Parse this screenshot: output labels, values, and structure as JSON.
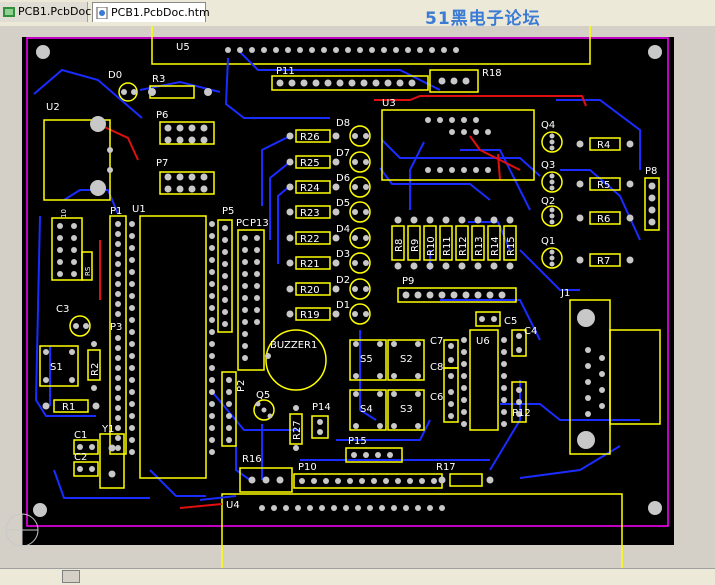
{
  "tabs": [
    {
      "label": "PCB1.PcbDoc",
      "active": false,
      "icon": "pcb-doc-icon"
    },
    {
      "label": "PCB1.PcbDoc.htm",
      "active": true,
      "icon": "html-doc-icon"
    }
  ],
  "watermark": "51黑电子论坛",
  "colors": {
    "board": "#000000",
    "background": "#d4d0c8",
    "bottom_trace": "#1a2cff",
    "top_trace": "#e01010",
    "silkscreen": "#ffff00",
    "keepout": "#ff00ff",
    "pad": "#c8c8c8"
  },
  "components": {
    "U5": "U5",
    "P11": "P11",
    "R18": "R18",
    "D0": "D0",
    "R3": "R3",
    "U2": "U2",
    "P6": "P6",
    "P7": "P7",
    "U3": "U3",
    "Q4": "Q4",
    "R4": "R4",
    "Q3": "Q3",
    "R5": "R5",
    "Q2": "Q2",
    "R6": "R6",
    "Q1": "Q1",
    "R7": "R7",
    "P8": "P8",
    "P1": "P1",
    "U1": "U1",
    "P5": "P5",
    "PC": "PC",
    "P13": "P13",
    "R26": "R26",
    "R25": "R25",
    "R24": "R24",
    "R23": "R23",
    "R22": "R22",
    "R21": "R21",
    "R20": "R20",
    "R19": "R19",
    "D8": "D8",
    "D7": "D7",
    "D6": "D6",
    "D5": "D5",
    "D4": "D4",
    "D3": "D3",
    "D2": "D2",
    "D1": "D1",
    "R8": "R8",
    "R9": "R9",
    "R10": "R10",
    "R11": "R11",
    "R12": "R12",
    "R13": "R13",
    "R14": "R14",
    "R15": "R15",
    "P9": "P9",
    "J1": "J1",
    "C3": "C3",
    "P3": "P3",
    "S1": "S1",
    "R2": "R2",
    "R1": "R1",
    "C1": "C1",
    "C2": "C2",
    "Y1": "Y1",
    "BUZZER1": "BUZZER1",
    "P2": "P2",
    "Q5": "Q5",
    "R27": "R27",
    "P14": "P14",
    "S5": "S5",
    "S2": "S2",
    "S4": "S4",
    "S3": "S3",
    "P15": "P15",
    "C7": "C7",
    "C8": "C8",
    "C6": "C6",
    "U6": "U6",
    "C5": "C5",
    "C4": "C4",
    "P12": "P12",
    "R16": "R16",
    "P10": "P10",
    "R17": "R17",
    "U4": "U4",
    "P10_label_left": "10",
    "RS": "RS"
  }
}
